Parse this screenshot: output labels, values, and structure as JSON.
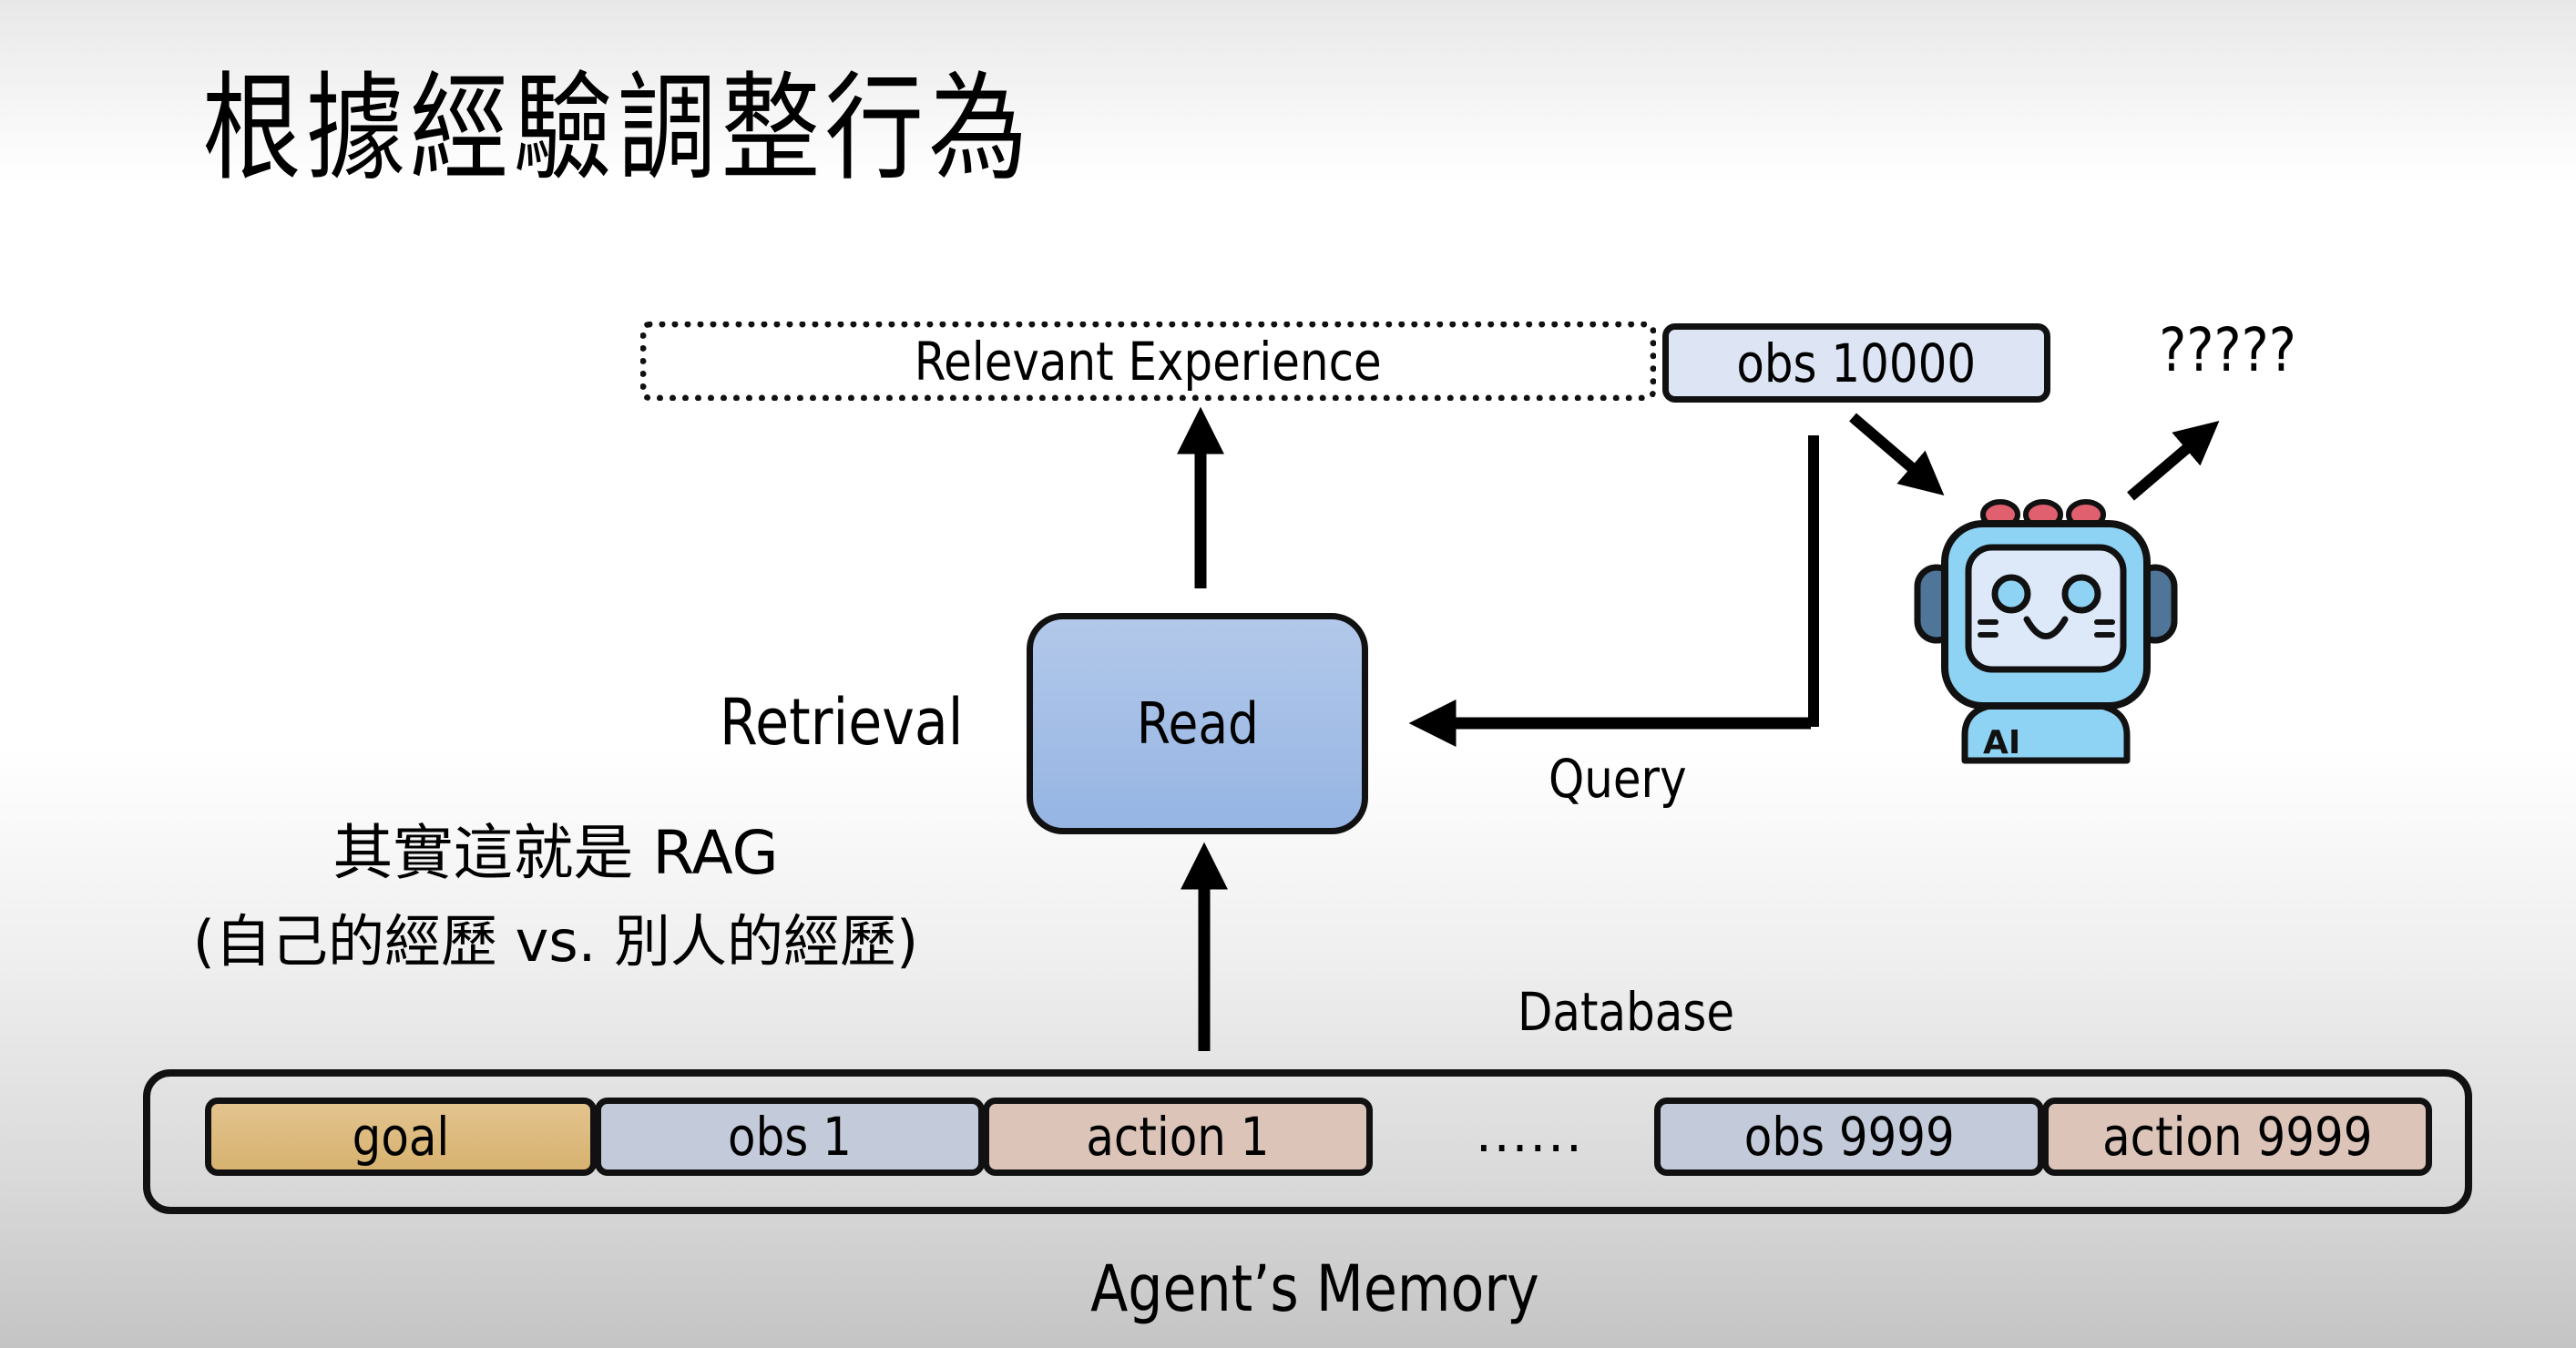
{
  "slide": {
    "title": "根據經驗調整行為"
  },
  "top_row": {
    "relevant_experience": "Relevant Experience",
    "current_obs": "obs 10000",
    "unknown_output": "?????"
  },
  "retrieval": {
    "label": "Retrieval",
    "read_box": "Read",
    "query_label": "Query"
  },
  "rag_note": {
    "line1": "其實這就是 RAG",
    "line2": "(自己的經歷 vs. 別人的經歷)"
  },
  "memory": {
    "database_label": "Database",
    "caption": "Agent’s Memory",
    "ellipsis": "......",
    "cells": [
      {
        "label": "goal",
        "kind": "goal",
        "color": "#dcb97a"
      },
      {
        "label": "obs 1",
        "kind": "obs",
        "color": "#c3cbdb"
      },
      {
        "label": "action 1",
        "kind": "action",
        "color": "#dcc4b9"
      },
      {
        "label": "obs 9999",
        "kind": "obs",
        "color": "#c3cbdb"
      },
      {
        "label": "action 9999",
        "kind": "action",
        "color": "#dcc4b9"
      }
    ]
  },
  "robot": {
    "icon": "robot-icon",
    "badge": "AI"
  },
  "colors": {
    "read_box": "#a5bfe7",
    "obs_box": "#dde4f4",
    "robot_body": "#8fd3f4",
    "robot_buttons": "#e0606f"
  }
}
